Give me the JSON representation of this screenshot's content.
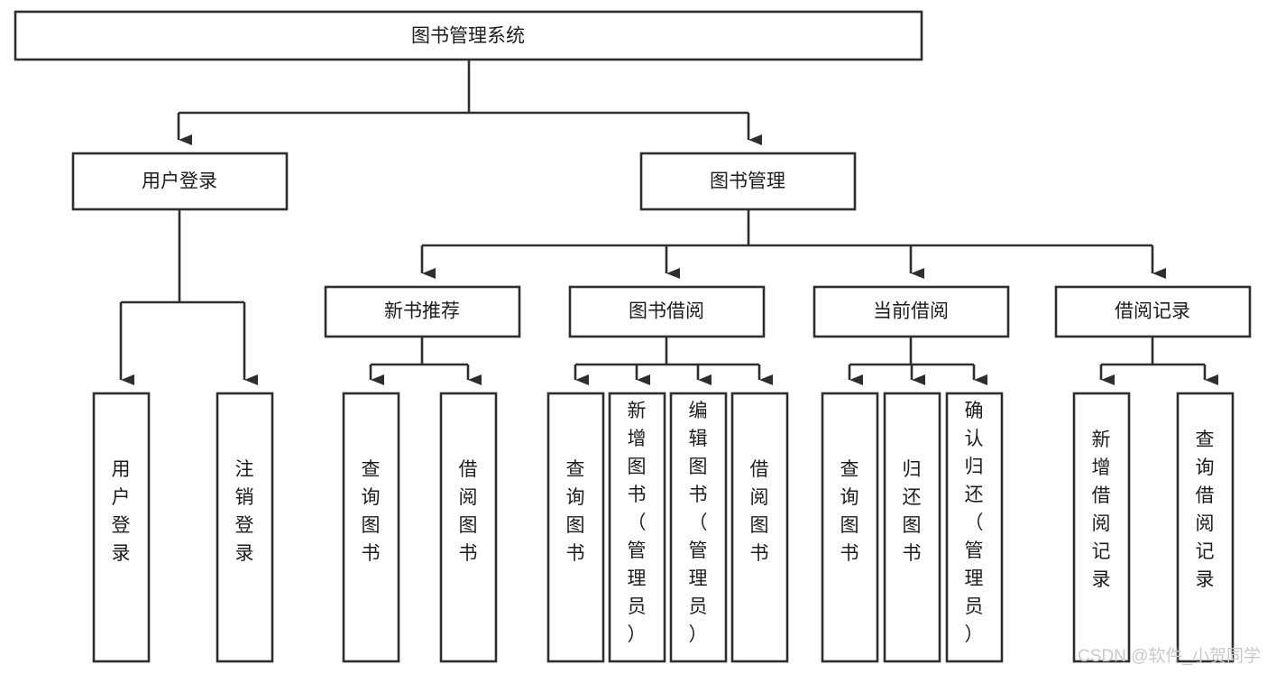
{
  "diagram": {
    "type": "tree-hierarchy-chart",
    "title": "图书管理系统",
    "orientation": "top-down",
    "colors": {
      "box_fill": "#ffffff",
      "box_stroke": "#2e2e2e",
      "text": "#1c1c1c",
      "background": "#ffffff",
      "watermark": "#c9c9c9"
    },
    "nodes": {
      "root": {
        "id": "root",
        "label": "图书管理系统",
        "level": 0,
        "text_orientation": "horizontal"
      },
      "level1": [
        {
          "id": "user-login",
          "label": "用户登录",
          "level": 1,
          "text_orientation": "horizontal"
        },
        {
          "id": "book-management",
          "label": "图书管理",
          "level": 1,
          "text_orientation": "horizontal"
        }
      ],
      "level2": [
        {
          "id": "new-book-recommend",
          "label": "新书推荐",
          "level": 2,
          "parent": "book-management",
          "text_orientation": "horizontal"
        },
        {
          "id": "book-borrow",
          "label": "图书借阅",
          "level": 2,
          "parent": "book-management",
          "text_orientation": "horizontal"
        },
        {
          "id": "current-borrow",
          "label": "当前借阅",
          "level": 2,
          "parent": "book-management",
          "text_orientation": "horizontal"
        },
        {
          "id": "borrow-record",
          "label": "借阅记录",
          "level": 2,
          "parent": "book-management",
          "text_orientation": "horizontal"
        }
      ],
      "leaves": [
        {
          "id": "leaf-user-login",
          "label": "用户登录",
          "parent": "user-login",
          "text_orientation": "vertical",
          "chars": [
            "用",
            "户",
            "登",
            "录"
          ]
        },
        {
          "id": "leaf-logout",
          "label": "注销登录",
          "parent": "user-login",
          "text_orientation": "vertical",
          "chars": [
            "注",
            "销",
            "登",
            "录"
          ]
        },
        {
          "id": "leaf-query-book-1",
          "label": "查询图书",
          "parent": "new-book-recommend",
          "text_orientation": "vertical",
          "chars": [
            "查",
            "询",
            "图",
            "书"
          ]
        },
        {
          "id": "leaf-borrow-book-1",
          "label": "借阅图书",
          "parent": "new-book-recommend",
          "text_orientation": "vertical",
          "chars": [
            "借",
            "阅",
            "图",
            "书"
          ]
        },
        {
          "id": "leaf-query-book-2",
          "label": "查询图书",
          "parent": "book-borrow",
          "text_orientation": "vertical",
          "chars": [
            "查",
            "询",
            "图",
            "书"
          ]
        },
        {
          "id": "leaf-add-book-admin",
          "label": "新增图书（管理员）",
          "parent": "book-borrow",
          "text_orientation": "vertical",
          "chars": [
            "新",
            "增",
            "图",
            "书",
            "（",
            "管",
            "理",
            "员",
            "）"
          ]
        },
        {
          "id": "leaf-edit-book-admin",
          "label": "编辑图书（管理员）",
          "parent": "book-borrow",
          "text_orientation": "vertical",
          "chars": [
            "编",
            "辑",
            "图",
            "书",
            "（",
            "管",
            "理",
            "员",
            "）"
          ]
        },
        {
          "id": "leaf-borrow-book-2",
          "label": "借阅图书",
          "parent": "book-borrow",
          "text_orientation": "vertical",
          "chars": [
            "借",
            "阅",
            "图",
            "书"
          ]
        },
        {
          "id": "leaf-query-book-3",
          "label": "查询图书",
          "parent": "current-borrow",
          "text_orientation": "vertical",
          "chars": [
            "查",
            "询",
            "图",
            "书"
          ]
        },
        {
          "id": "leaf-return-book",
          "label": "归还图书",
          "parent": "current-borrow",
          "text_orientation": "vertical",
          "chars": [
            "归",
            "还",
            "图",
            "书"
          ]
        },
        {
          "id": "leaf-confirm-return-admin",
          "label": "确认归还（管理员）",
          "parent": "current-borrow",
          "text_orientation": "vertical",
          "chars": [
            "确",
            "认",
            "归",
            "还",
            "（",
            "管",
            "理",
            "员",
            "）"
          ]
        },
        {
          "id": "leaf-add-borrow-record",
          "label": "新增借阅记录",
          "parent": "borrow-record",
          "text_orientation": "vertical",
          "chars": [
            "新",
            "增",
            "借",
            "阅",
            "记",
            "录"
          ]
        },
        {
          "id": "leaf-query-borrow-record",
          "label": "查询借阅记录",
          "parent": "borrow-record",
          "text_orientation": "vertical",
          "chars": [
            "查",
            "询",
            "借",
            "阅",
            "记",
            "录"
          ]
        }
      ]
    }
  },
  "watermark": {
    "text": "CSDN @软件_小贺同学"
  }
}
